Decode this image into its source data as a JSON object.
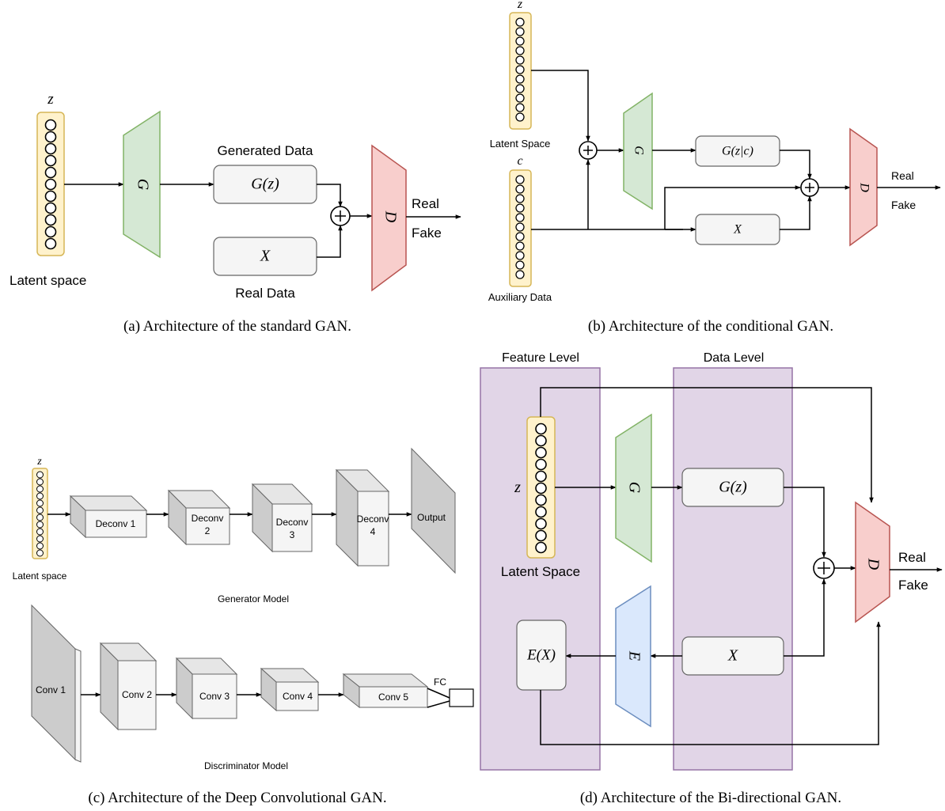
{
  "panel_a": {
    "z": "z",
    "latent_label": "Latent space",
    "gen": "G",
    "gz": "G(z)",
    "generated_label": "Generated Data",
    "x": "X",
    "real_data_label": "Real Data",
    "disc": "D",
    "real": "Real",
    "fake": "Fake",
    "caption": "(a) Architecture of the standard GAN."
  },
  "panel_b": {
    "z": "z",
    "latent_label": "Latent Space",
    "c": "c",
    "aux_label": "Auxiliary Data",
    "gen": "G",
    "gzc": "G(z|c)",
    "x": "X",
    "disc": "D",
    "real": "Real",
    "fake": "Fake",
    "caption": "(b) Architecture of the conditional GAN."
  },
  "panel_c": {
    "z": "z",
    "latent_label": "Latent space",
    "deconv1": "Deconv 1",
    "deconv2a": "Deconv",
    "deconv2b": "2",
    "deconv3a": "Deconv",
    "deconv3b": "3",
    "deconv4a": "Deconv",
    "deconv4b": "4",
    "output": "Output",
    "generator_model": "Generator Model",
    "conv1": "Conv 1",
    "conv2": "Conv 2",
    "conv3": "Conv 3",
    "conv4": "Conv 4",
    "conv5": "Conv 5",
    "fc": "FC",
    "discriminator_model": "Discriminator Model",
    "caption": "(c) Architecture of the Deep Convolutional GAN."
  },
  "panel_d": {
    "feature_level": "Feature Level",
    "data_level": "Data Level",
    "z": "z",
    "latent_label": "Latent Space",
    "gen": "G",
    "gz": "G(z)",
    "enc": "E",
    "ex": "E(X)",
    "x": "X",
    "disc": "D",
    "real": "Real",
    "fake": "Fake",
    "caption": "(d) Architecture of the Bi-directional GAN."
  },
  "colors": {
    "latent_fill": "#fff2cc",
    "generator_fill": "#d5e8d4",
    "discriminator_fill": "#f8cecc",
    "encoder_fill": "#dae8fc",
    "level_fill": "#e1d5e7"
  }
}
